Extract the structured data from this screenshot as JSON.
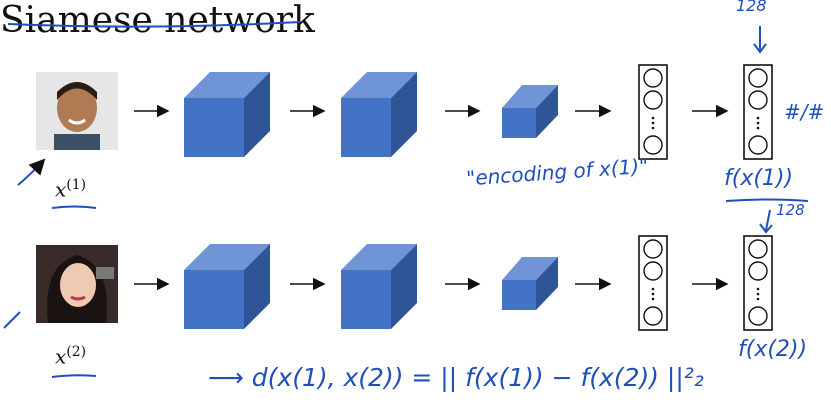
{
  "title": "Siamese network",
  "inputs": [
    {
      "label": "x",
      "superscript": "(1)"
    },
    {
      "label": "x",
      "superscript": "(2)"
    }
  ],
  "annotations": {
    "top_dim": "128",
    "mid_dim": "128",
    "encoding_note": "\"encoding of x(1)\"",
    "f_x1": "f(x(1))",
    "f_x2": "f(x(2))",
    "formula": "⟶ d(x(1), x(2)) = || f(x(1)) − f(x(2)) ||²₂",
    "scribble": "#/#"
  },
  "colors": {
    "cube_front": "#4472c4",
    "cube_top": "#6f95d6",
    "cube_side": "#2f5597",
    "ink": "#1f4fb8"
  }
}
